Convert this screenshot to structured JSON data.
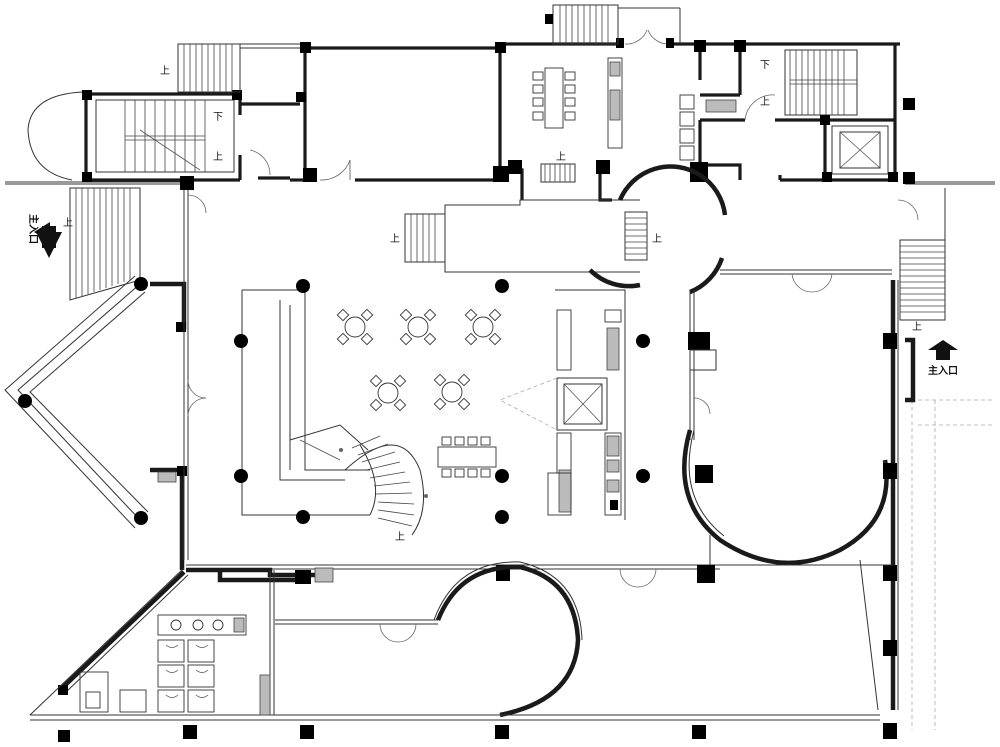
{
  "labels": {
    "main_entrance_left": "主入口",
    "main_entrance_right": "主入口",
    "up": "上",
    "down": "下"
  },
  "icons": {
    "entrance_arrow": "arrow-icon"
  }
}
